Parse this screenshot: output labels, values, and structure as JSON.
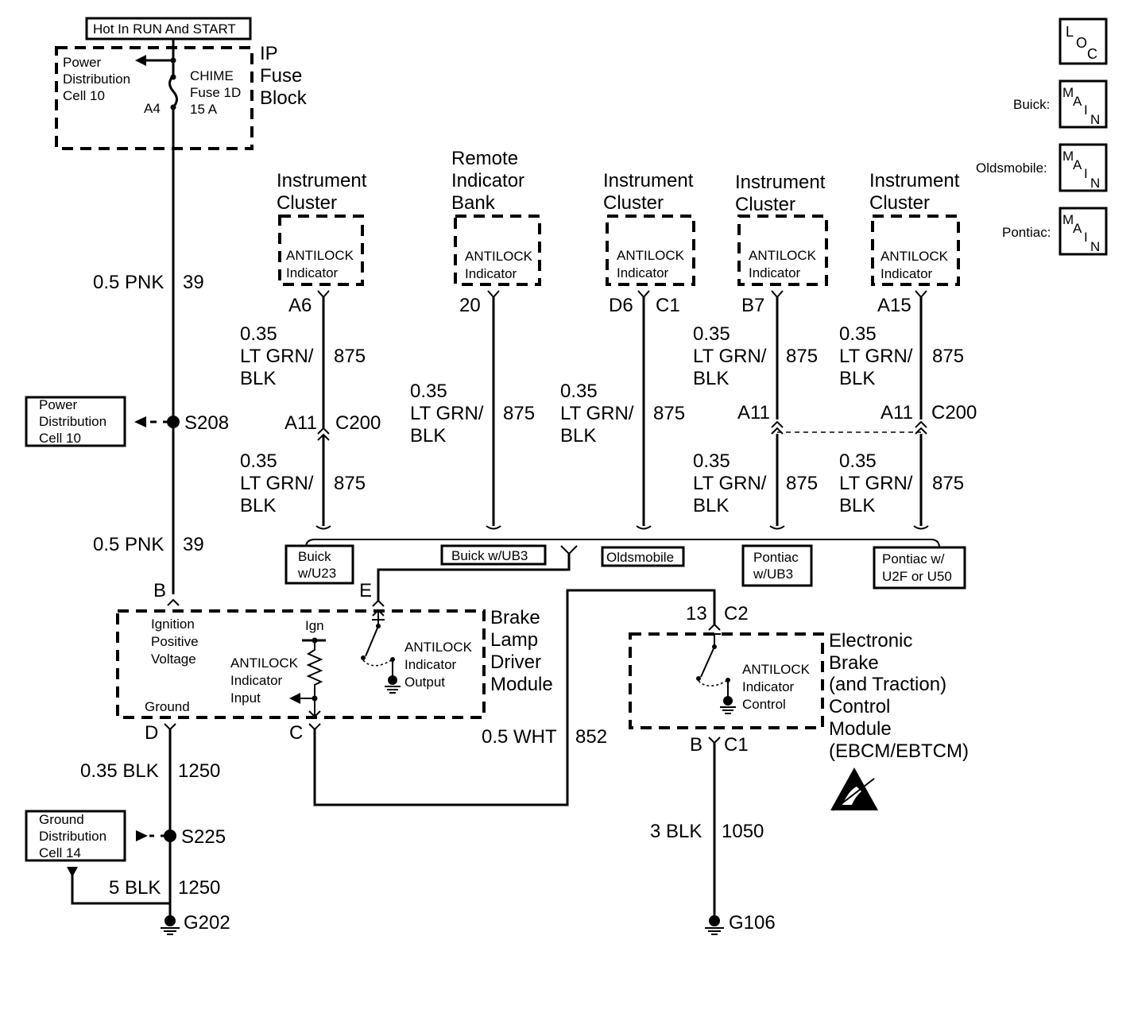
{
  "header": {
    "hot_label": "Hot In RUN And START"
  },
  "fuse_block": {
    "title": [
      "IP",
      "Fuse",
      "Block"
    ],
    "pdc_label": [
      "Power",
      "Distribution",
      "Cell 10"
    ],
    "fuse_label": [
      "CHIME",
      "Fuse 1D",
      "15 A"
    ],
    "terminal": "A4"
  },
  "loc_box": {
    "letters": [
      "L",
      "O",
      "C"
    ]
  },
  "main_boxes": [
    {
      "make": "Buick:",
      "letters": [
        "M",
        "A",
        "I",
        "N"
      ]
    },
    {
      "make": "Oldsmobile:",
      "letters": [
        "M",
        "A",
        "I",
        "N"
      ]
    },
    {
      "make": "Pontiac:",
      "letters": [
        "M",
        "A",
        "I",
        "N"
      ]
    }
  ],
  "wire_39": {
    "gauge_color": "0.5 PNK",
    "circuit": "39"
  },
  "splice_s208": {
    "name": "S208",
    "ref": [
      "Power",
      "Distribution",
      "Cell 10"
    ]
  },
  "indicators": [
    {
      "title": [
        "Instrument",
        "Cluster"
      ],
      "label": [
        "ANTILOCK",
        "Indicator"
      ],
      "pins": [
        "A6"
      ]
    },
    {
      "title": [
        "Remote",
        "Indicator",
        "Bank"
      ],
      "label": [
        "ANTILOCK",
        "Indicator"
      ],
      "pins": [
        "20"
      ]
    },
    {
      "title": [
        "Instrument",
        "Cluster"
      ],
      "label": [
        "ANTILOCK",
        "Indicator"
      ],
      "pins": [
        "D6",
        "C1"
      ]
    },
    {
      "title": [
        "Instrument",
        "Cluster"
      ],
      "label": [
        "ANTILOCK",
        "Indicator"
      ],
      "pins": [
        "B7"
      ]
    },
    {
      "title": [
        "Instrument",
        "Cluster"
      ],
      "label": [
        "ANTILOCK",
        "Indicator"
      ],
      "pins": [
        "A15"
      ]
    }
  ],
  "wire_875": {
    "gauge": "0.35",
    "color_lines": [
      "LT GRN/",
      "BLK"
    ],
    "circuit": "875"
  },
  "connector_c200": {
    "pin": "A11",
    "name": "C200"
  },
  "options": [
    "Buick w/U23",
    "Buick w/UB3",
    "Oldsmobile",
    "Pontiac w/UB3",
    "Pontiac w/ U2F or U50"
  ],
  "option_lines": {
    "buick_u23": [
      "Buick",
      "w/U23"
    ],
    "buick_ub3": [
      "Buick w/UB3"
    ],
    "olds": [
      "Oldsmobile"
    ],
    "pontiac_ub3": [
      "Pontiac",
      "w/UB3"
    ],
    "pontiac_u2f": [
      "Pontiac w/",
      "U2F or U50"
    ]
  },
  "bldm": {
    "title": [
      "Brake",
      "Lamp",
      "Driver",
      "Module"
    ],
    "pins": {
      "b": "B",
      "e": "E",
      "d": "D",
      "c": "C"
    },
    "ign_positive": [
      "Ignition",
      "Positive",
      "Voltage"
    ],
    "ign": "Ign",
    "input": [
      "ANTILOCK",
      "Indicator",
      "Input"
    ],
    "output": [
      "ANTILOCK",
      "Indicator",
      "Output"
    ],
    "ground": "Ground"
  },
  "wire_852": {
    "gauge_color": "0.5 WHT",
    "circuit": "852"
  },
  "ebcm": {
    "title": [
      "Electronic",
      "Brake",
      "(and Traction)",
      "Control",
      "Module",
      "(EBCM/EBTCM)"
    ],
    "control": [
      "ANTILOCK",
      "Indicator",
      "Control"
    ],
    "pin_top": "13",
    "conn_top": "C2",
    "pin_bottom": "B",
    "conn_bottom": "C1"
  },
  "wire_1250_a": {
    "gauge_color": "0.35 BLK",
    "circuit": "1250"
  },
  "wire_1250_b": {
    "gauge_color": "5 BLK",
    "circuit": "1250"
  },
  "splice_s225": {
    "name": "S225",
    "ref": [
      "Ground",
      "Distribution",
      "Cell 14"
    ]
  },
  "wire_1050": {
    "gauge_color": "3 BLK",
    "circuit": "1050"
  },
  "grounds": {
    "g202": "G202",
    "g106": "G106"
  }
}
